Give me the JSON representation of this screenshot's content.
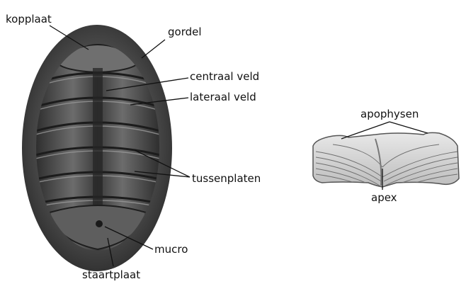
{
  "labels": {
    "kopplaat": "kopplaat",
    "gordel": "gordel",
    "centraal_veld": "centraal veld",
    "lateraal_veld": "lateraal veld",
    "tussenplaten": "tussenplaten",
    "mucro": "mucro",
    "staartplaat": "staartplaat",
    "apophysen": "apophysen",
    "apex": "apex"
  },
  "colors": {
    "label_text": "#111111",
    "girdle": "#3c3c3c",
    "shell_plates": "#5a5a5a",
    "plate_highlight": "#9a9a9a",
    "valve_fill": "#cfcfcf",
    "valve_lines": "#6e6e6e"
  }
}
